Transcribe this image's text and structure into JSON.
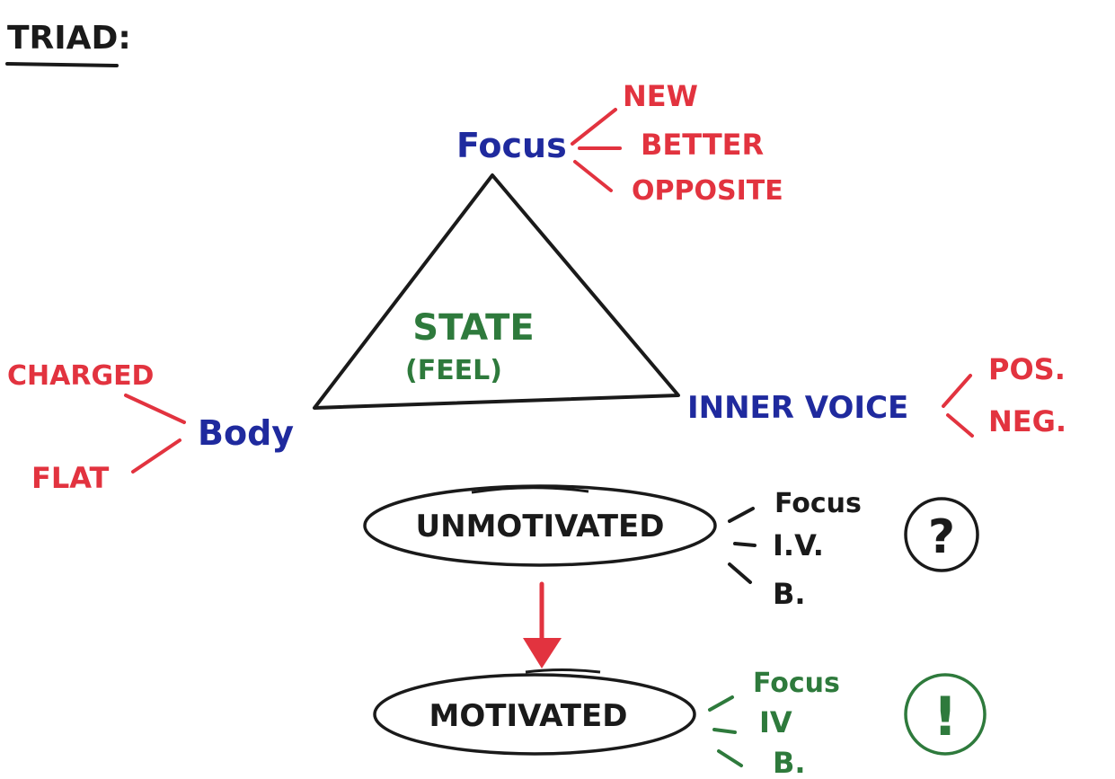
{
  "title": "TRIAD:",
  "triangle": {
    "center_line1": "STATE",
    "center_line2": "(FEEL)"
  },
  "focus": {
    "label": "Focus",
    "items": [
      "NEW",
      "BETTER",
      "OPPOSITE"
    ]
  },
  "inner_voice": {
    "label": "INNER VOICE",
    "items": [
      "POS.",
      "NEG."
    ]
  },
  "body": {
    "label": "Body",
    "items": [
      "CHARGED",
      "FLAT"
    ]
  },
  "unmotivated": {
    "label": "UNMOTIVATED",
    "items": [
      "Focus",
      "I.V.",
      "B."
    ],
    "symbol": "?"
  },
  "motivated": {
    "label": "MOTIVATED",
    "items": [
      "Focus",
      "IV",
      "B."
    ],
    "symbol": "!"
  },
  "colors": {
    "blue": "#1f2a9e",
    "red": "#e2333f",
    "green": "#2e7a3c",
    "black": "#1a1a1a"
  }
}
